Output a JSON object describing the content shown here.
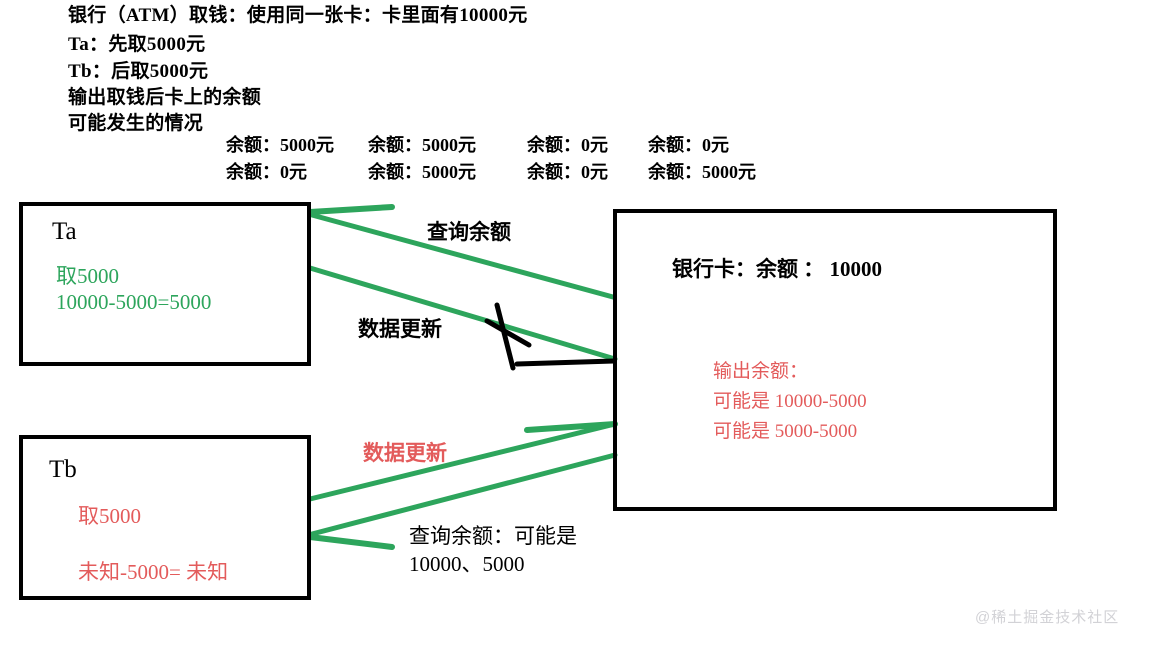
{
  "header": {
    "lines": [
      "银行（ATM）取钱：使用同一张卡：卡里面有10000元",
      "Ta：先取5000元",
      "Tb：后取5000元",
      "输出取钱后卡上的余额",
      "可能发生的情况"
    ]
  },
  "balance_matrix": {
    "row1": [
      "余额：5000元",
      "余额：5000元",
      "余额：0元",
      "余额：0元"
    ],
    "row2": [
      "余额：0元",
      "余额：5000元",
      "余额：0元",
      "余额：5000元"
    ]
  },
  "ta_box": {
    "title": "Ta",
    "line1": "取5000",
    "line2": "10000-5000=5000",
    "color": "#2da55c"
  },
  "tb_box": {
    "title": "Tb",
    "line1": "取5000",
    "line2": "未知-5000= 未知",
    "color": "#e35b5b"
  },
  "card_box": {
    "title": "银行卡：余额 ： 10000",
    "output_label": "输出余额：",
    "output_line1": "可能是 10000-5000",
    "output_line2": "可能是 5000-5000",
    "color": "#e35b5b"
  },
  "edges": {
    "query_top": {
      "label": "查询余额",
      "color": "#000000"
    },
    "update_top": {
      "label": "数据更新",
      "color": "#000000"
    },
    "update_bottom": {
      "label": "数据更新",
      "color": "#e35b5b"
    },
    "query_bottom_l1": "查询余额：可能是",
    "query_bottom_l2": "10000、5000",
    "arrow_color": "#2da55c",
    "strike_color": "#000000"
  },
  "watermark": {
    "text": "@稀土掘金技术社区"
  }
}
